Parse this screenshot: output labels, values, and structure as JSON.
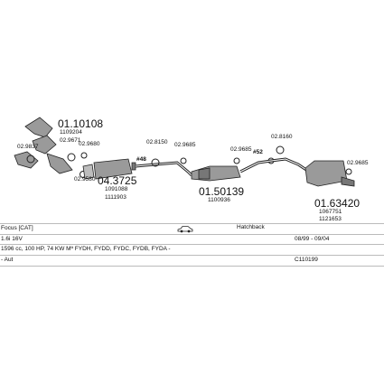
{
  "diagram": {
    "parts": [
      {
        "code": "01.10108",
        "ref": "1109204"
      },
      {
        "code": "04.3725",
        "ref1": "1091088",
        "ref2": "1111903"
      },
      {
        "code": "01.50139",
        "ref": "1100936"
      },
      {
        "code": "01.63420",
        "ref1": "1067751",
        "ref2": "1121653"
      }
    ],
    "small_codes": {
      "c1": "02.9837",
      "c2": "02.9671",
      "c3": "02.9680",
      "c4": "02.9580",
      "c5": "02.8150",
      "c6": "02.9685",
      "c7": "02.9685",
      "c8": "02.8160",
      "c9": "02.9685"
    },
    "markers": {
      "m1": "#48",
      "m2": "#52"
    }
  },
  "info": {
    "model": "Focus  [CAT]",
    "body_type": "Hatchback",
    "engine": "1.6i 16V",
    "dates": "08/99 - 09/04",
    "specs": "1596 cc, 100 HP, 74 KW Mª FYDH, FYDD, FYDC, FYDB, FYDA -",
    "transmission": "- Aut",
    "catalog_code": "C110199"
  },
  "colors": {
    "part_fill": "#9a9a9a",
    "pipe": "#222222",
    "rule": "#bbbbbb"
  }
}
